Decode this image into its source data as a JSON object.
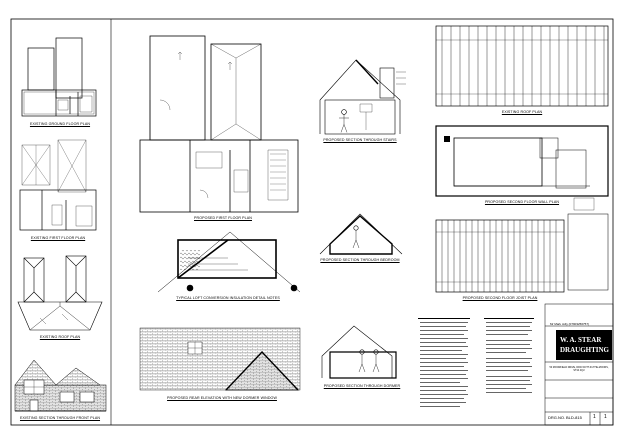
{
  "captions": {
    "existing_ground_floor": "EXISTING GROUND FLOOR PLAN",
    "existing_first_floor": "EXISTING FIRST FLOOR PLAN",
    "existing_roof": "EXISTING ROOF PLAN",
    "existing_section": "EXISTING SECTION THROUGH FRONT PLAN",
    "proposed_first_floor": "PROPOSED FIRST FLOOR PLAN",
    "loft_conversion_section": "TYPICAL LOFT CONVERSION INSULATION DETAIL NOTES",
    "rear_elevation": "PROPOSED REAR ELEVATION WITH NEW DORMER WINDOW",
    "section_stairs": "PROPOSED SECTION THROUGH STAIRS",
    "section_bedroom": "PROPOSED SECTION THROUGH BEDROOM",
    "section_dormer": "PROPOSED SECTION THROUGH DORMER",
    "existing_roof_plan_right": "EXISTING ROOF PLAN",
    "second_floor_wall": "PROPOSED SECOND FLOOR WALL PLAN",
    "second_floor_joist": "PROPOSED SECOND FLOOR JOIST PLAN"
  },
  "title_block": {
    "company_line1": "W. A. STEAR",
    "company_line2": "DRAUGHTING",
    "client": "Mr Mark Jolly (07903256757)",
    "address": "50 MOORFIELD DRIVE, DRAYCOTT-IN-THE-MOORS, ST10 4QU",
    "drawing_no_label": "DRG.NO.",
    "drawing_no": "BLD-815",
    "sheet": "1",
    "revision": "1"
  },
  "colors": {
    "line": "#000000",
    "paper": "#ffffff",
    "brick": "#555555"
  }
}
